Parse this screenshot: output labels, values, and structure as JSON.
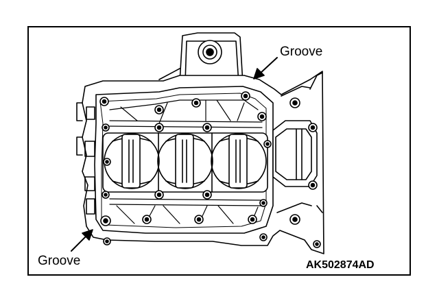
{
  "labels": {
    "groove_top": "Groove",
    "groove_bottom": "Groove"
  },
  "figure_code": "AK502874AD"
}
